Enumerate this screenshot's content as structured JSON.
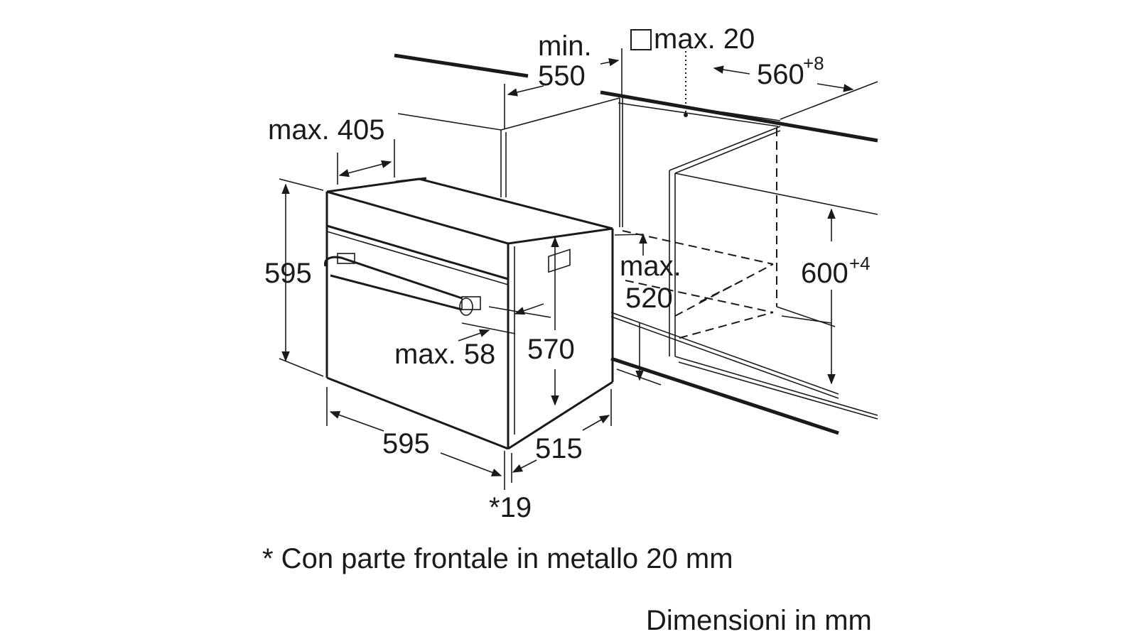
{
  "dimensions": {
    "min_550_line1": "min.",
    "min_550_line2": "550",
    "max_20": "max. 20",
    "w_560": "560",
    "w_560_tol": "+8",
    "max_405": "max. 405",
    "h_595": "595",
    "max_520_line1": "max.",
    "max_520_line2": "520",
    "h_600": "600",
    "h_600_tol": "+4",
    "max_58": "max. 58",
    "h_570": "570",
    "w_595": "595",
    "d_515": "515",
    "star_19": "*19"
  },
  "footnote": "* Con parte frontale in metallo 20 mm",
  "units_note": "Dimensioni in mm"
}
